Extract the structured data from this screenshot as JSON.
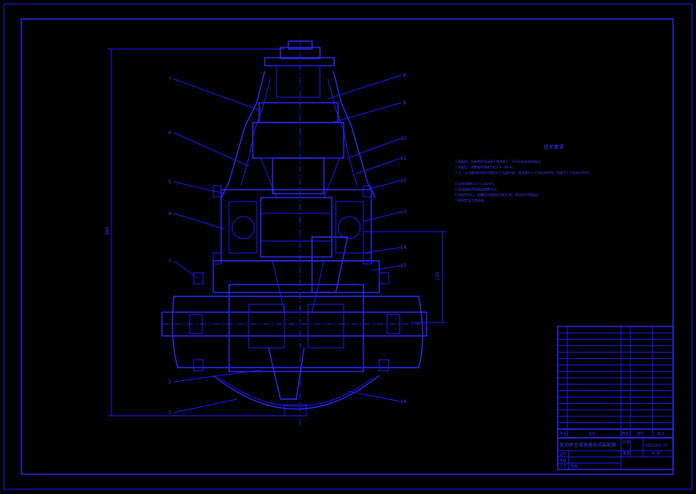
{
  "drawing": {
    "title_block_name": "驱动桥主减速器总成装配图",
    "title_block_code": "QDQZJSQ-00",
    "notes_title": "技术要求",
    "notes": [
      "1.装配前，所有零件须清洗干净并吹干，不允许有毛刺和锐边。",
      "2.装配后，调整轴承预紧力矩1.5~3N·m。",
      "3.主、从动锥齿轮啮合印迹应位于齿面中部，其长度不小于齿长的60%，高度不小于齿高的50%。",
      "4.齿侧间隙0.15~0.40mm。",
      "5.差速器轴承预紧度调整合适。",
      "6.装配完毕后，各螺栓应按规定扭矩拧紧，密封处不得漏油。",
      "7.按规定加注齿轮油。"
    ],
    "left_labels": [
      "7",
      "6",
      "5",
      "4",
      "3",
      "2",
      "1"
    ],
    "right_labels": [
      "8",
      "9",
      "10",
      "11",
      "12",
      "13",
      "14",
      "15",
      "16"
    ],
    "left_dimension": "380",
    "right_dimension": "150",
    "bom_headers": [
      "序号",
      "名称",
      "数量",
      "材料",
      "备注"
    ],
    "title_labels": [
      "设计",
      "审核",
      "工艺",
      "批准",
      "比例",
      "重量",
      "共 张"
    ],
    "colors": {
      "line": "#1a1aff",
      "text": "#3b3bff",
      "background": "#000000"
    }
  }
}
